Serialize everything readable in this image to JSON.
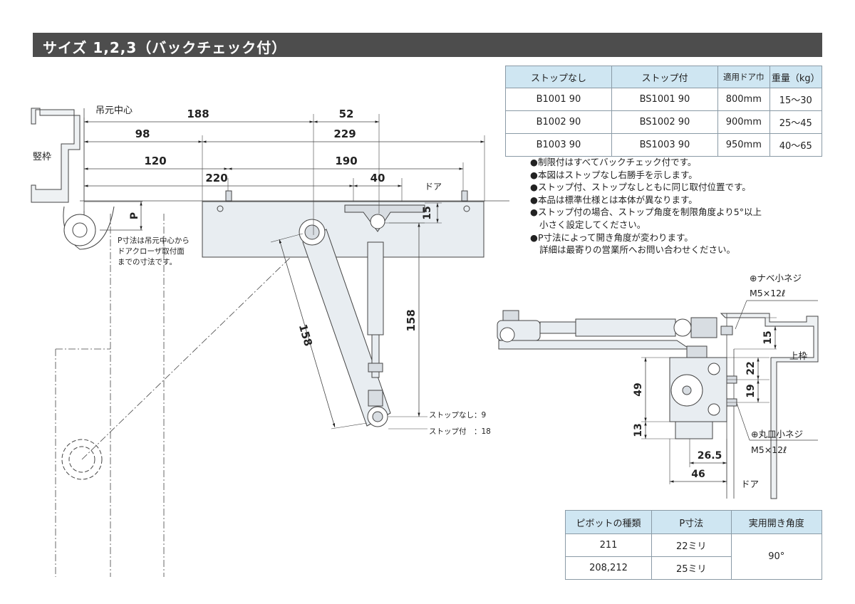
{
  "header": {
    "title": "サイズ 1,2,3（バックチェック付）"
  },
  "model_table": {
    "headers": [
      "ストップなし",
      "ストップ付",
      "適用ドア巾",
      "重量（kg）"
    ],
    "rows": [
      [
        "B1001 90",
        "BS1001 90",
        "800mm",
        "15～30"
      ],
      [
        "B1002 90",
        "BS1002 90",
        "900mm",
        "25～45"
      ],
      [
        "B1003 90",
        "BS1003 90",
        "950mm",
        "40～65"
      ]
    ]
  },
  "notes": [
    "制限付はすべてバックチェック付です。",
    "本図はストップなし右勝手を示します。",
    "ストップ付、ストップなしともに同じ取付位置です。",
    "本品は標準仕様とは本体が異なります。",
    "ストップ付の場合、ストップ角度を制限角度より5°以上",
    "小さく設定してください。",
    "P寸法によって開き角度が変わります。",
    "詳細は最寄りの営業所へお問い合わせください。"
  ],
  "main_drawing": {
    "label_pivot_center": "吊元中心",
    "label_frame": "竪枠",
    "label_door": "ドア",
    "label_p": "P",
    "p_note": [
      "P寸法は吊元中心から",
      "ドアクローザ取付面",
      "までの寸法です。"
    ],
    "dims": {
      "d188": "188",
      "d52": "52",
      "d98": "98",
      "d229": "229",
      "d120": "120",
      "d190": "190",
      "d220": "220",
      "d40": "40",
      "d15": "15",
      "d158_vertical": "158",
      "d158_arm": "158"
    },
    "stop_none": "ストップなし：9",
    "stop_with": "ストップ付　：18"
  },
  "side_drawing": {
    "pan_screw": [
      "⊕ナベ小ネジ",
      "M5×12ℓ"
    ],
    "round_screw": [
      "⊕丸皿小ネジ",
      "M5×12ℓ"
    ],
    "label_top_frame": "上枠",
    "label_door": "ドア",
    "dims": {
      "d15": "15",
      "d22": "22",
      "d19": "19",
      "d49": "49",
      "d13": "13",
      "d26_5": "26.5",
      "d46": "46"
    }
  },
  "pivot_table": {
    "headers": [
      "ピボットの種類",
      "P寸法",
      "実用開き角度"
    ],
    "rows": [
      [
        "211",
        "22ミリ"
      ],
      [
        "208,212",
        "25ミリ"
      ]
    ],
    "angle": "90°"
  }
}
